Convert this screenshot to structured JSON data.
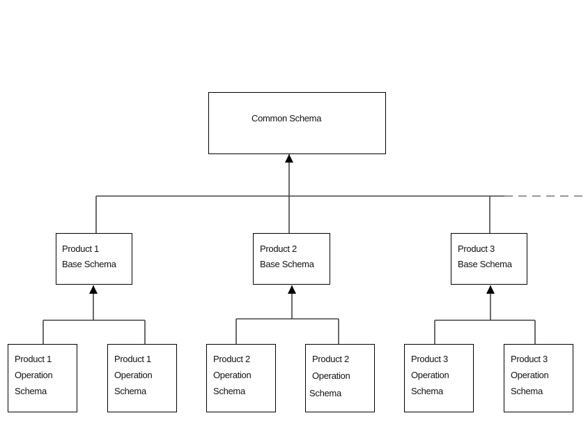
{
  "common": {
    "label": "Common Schema"
  },
  "products": [
    {
      "base": [
        "Product 1",
        "Base Schema"
      ],
      "ops": [
        [
          "Product 1",
          "Operation",
          "Schema"
        ],
        [
          "Product 1",
          "Operation",
          "Schema"
        ]
      ]
    },
    {
      "base": [
        "Product 2",
        "Base Schema"
      ],
      "ops": [
        [
          "Product 2",
          "Operation",
          "Schema"
        ],
        [
          "Product 2",
          "Operation",
          "Schema"
        ]
      ]
    },
    {
      "base": [
        "Product 3",
        "Base Schema"
      ],
      "ops": [
        [
          "Product 3",
          "Operation",
          "Schema"
        ],
        [
          "Product 3",
          "Operation",
          "Schema"
        ]
      ]
    }
  ]
}
